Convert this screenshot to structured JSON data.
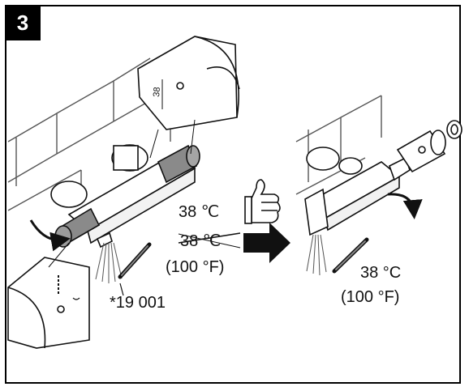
{
  "step": "3",
  "labels": {
    "target_temp": "38 °C",
    "approved_temp": "38 ℃",
    "struck_temp": "38 ℃",
    "fahrenheit_left": "(100 °F)",
    "part_number": "*19 001",
    "final_temp_c": "38 °C",
    "final_temp_f": "(100 °F)",
    "dial_mark": "38"
  },
  "colors": {
    "line": "#111111",
    "highlight": "#8a8a8a",
    "tile": "#444444",
    "badge": "#000000"
  }
}
